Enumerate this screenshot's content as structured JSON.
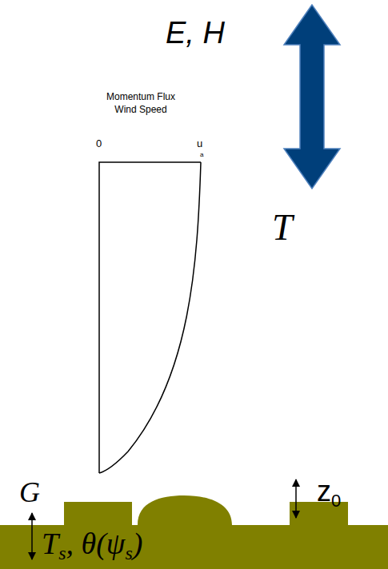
{
  "diagram": {
    "labels": [
      "E, H",
      "Momentum Flux",
      "Wind Speed",
      "0",
      "u",
      "a",
      "T",
      "G",
      "z",
      "0",
      "T",
      "s",
      ", θ(ψ",
      "s",
      ")"
    ]
  }
}
